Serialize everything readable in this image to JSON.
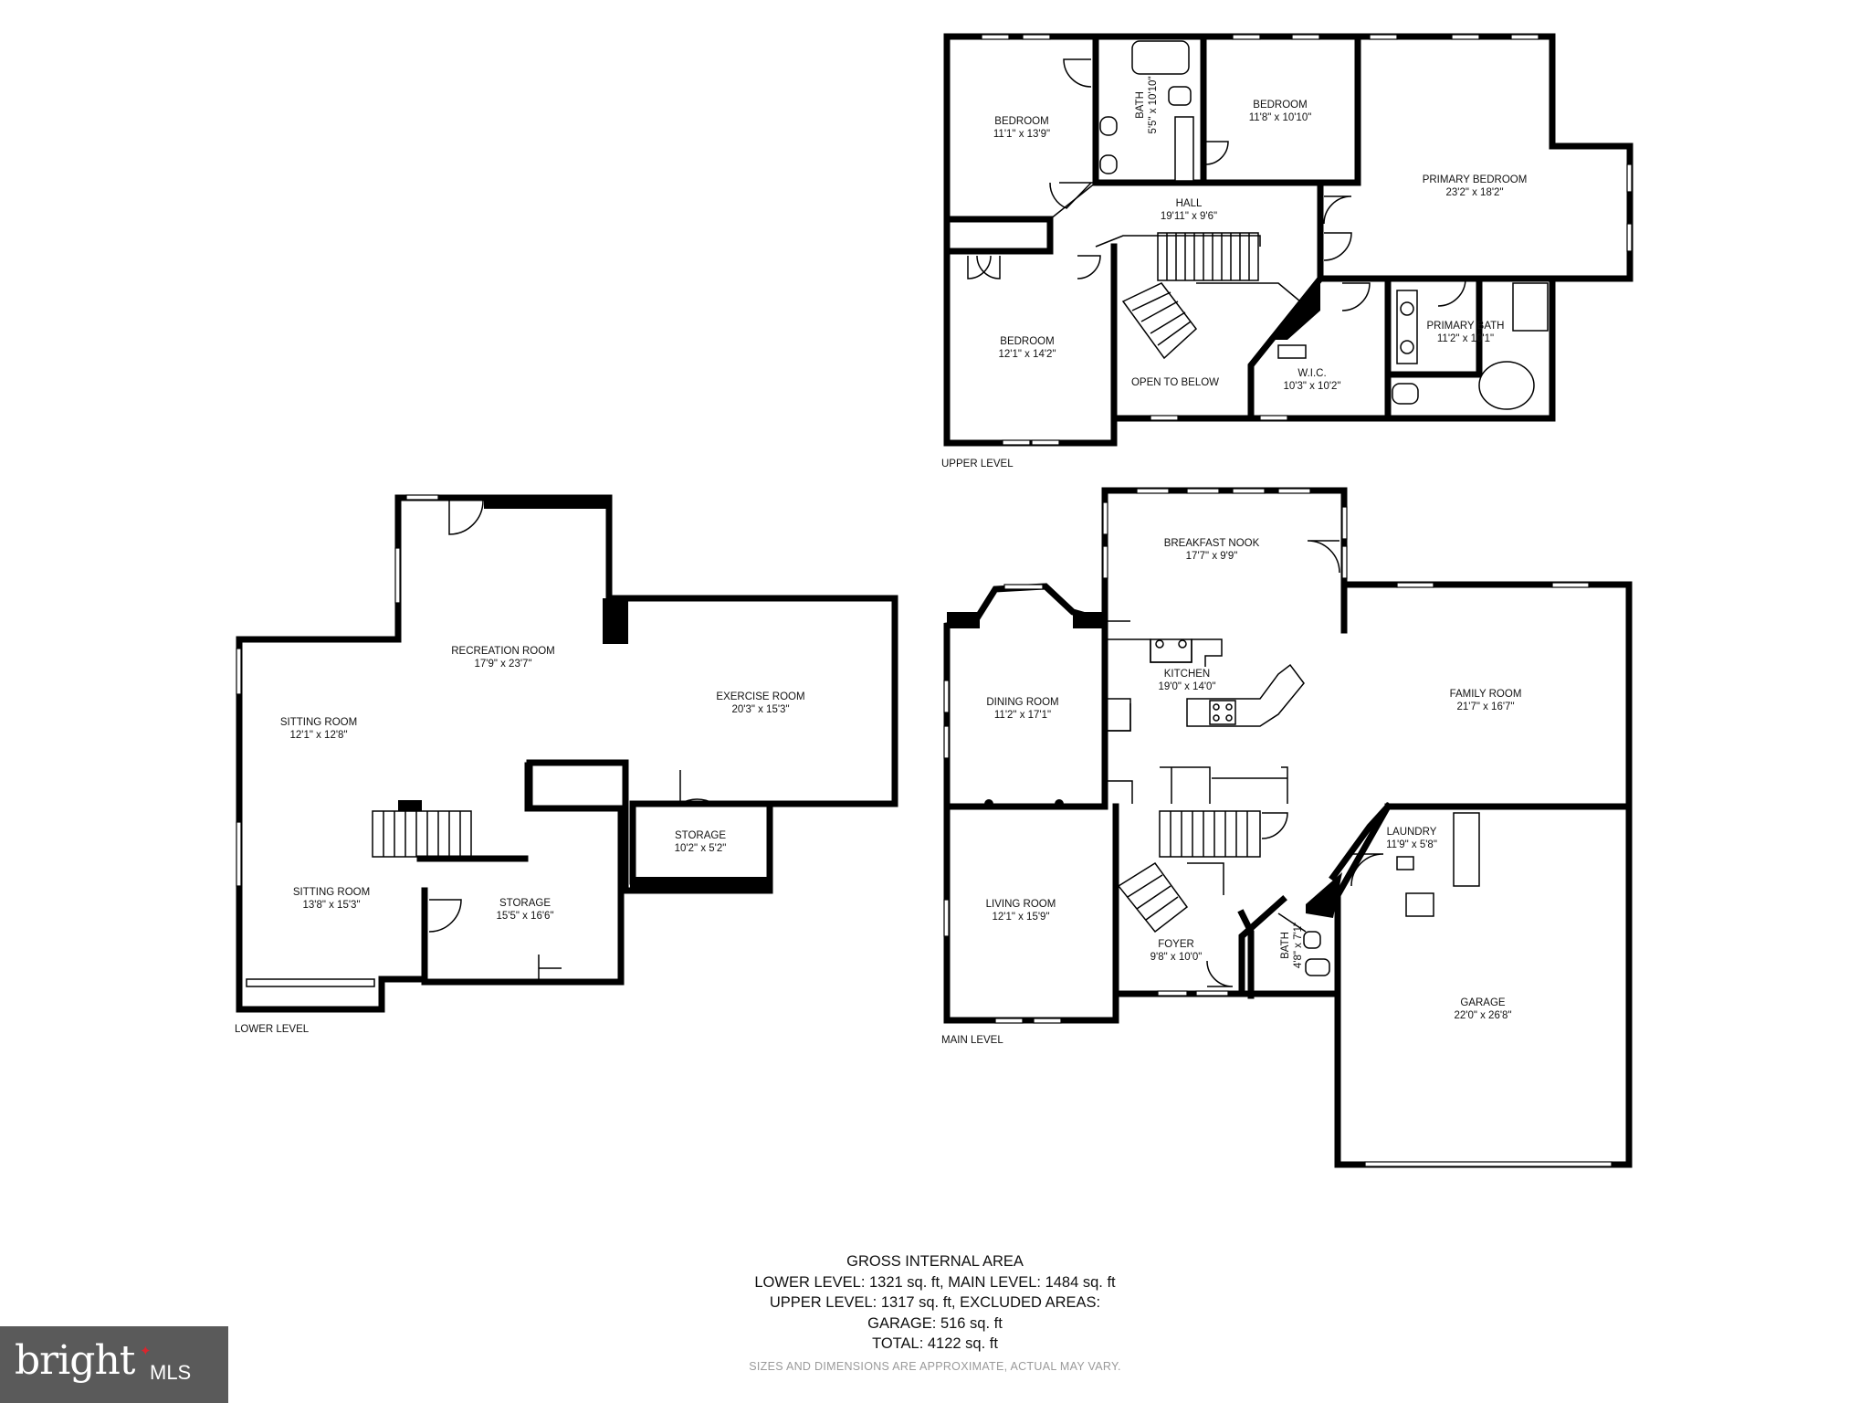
{
  "levels": {
    "upper": {
      "label": "UPPER LEVEL",
      "rooms": [
        {
          "name": "BEDROOM",
          "size": "11'1\" x 13'9\""
        },
        {
          "name": "BATH",
          "size": "5'5\" x 10'10\""
        },
        {
          "name": "BEDROOM",
          "size": "11'8\" x 10'10\""
        },
        {
          "name": "PRIMARY BEDROOM",
          "size": "23'2\" x 18'2\""
        },
        {
          "name": "HALL",
          "size": "19'11\" x 9'6\""
        },
        {
          "name": "BEDROOM",
          "size": "12'1\" x 14'2\""
        },
        {
          "name": "OPEN TO BELOW",
          "size": ""
        },
        {
          "name": "W.I.C.",
          "size": "10'3\" x 10'2\""
        },
        {
          "name": "PRIMARY BATH",
          "size": "11'2\" x 10'1\""
        }
      ]
    },
    "lower": {
      "label": "LOWER LEVEL",
      "rooms": [
        {
          "name": "RECREATION ROOM",
          "size": "17'9\" x 23'7\""
        },
        {
          "name": "SITTING ROOM",
          "size": "12'1\" x 12'8\""
        },
        {
          "name": "EXERCISE ROOM",
          "size": "20'3\" x 15'3\""
        },
        {
          "name": "STORAGE",
          "size": "10'2\" x 5'2\""
        },
        {
          "name": "SITTING ROOM",
          "size": "13'8\" x 15'3\""
        },
        {
          "name": "STORAGE",
          "size": "15'5\" x 16'6\""
        }
      ]
    },
    "main": {
      "label": "MAIN LEVEL",
      "rooms": [
        {
          "name": "BREAKFAST NOOK",
          "size": "17'7\" x 9'9\""
        },
        {
          "name": "DINING ROOM",
          "size": "11'2\" x 17'1\""
        },
        {
          "name": "KITCHEN",
          "size": "19'0\" x 14'0\""
        },
        {
          "name": "FAMILY ROOM",
          "size": "21'7\" x 16'7\""
        },
        {
          "name": "LAUNDRY",
          "size": "11'9\" x 5'8\""
        },
        {
          "name": "LIVING ROOM",
          "size": "12'1\" x 15'9\""
        },
        {
          "name": "FOYER",
          "size": "9'8\" x 10'0\""
        },
        {
          "name": "BATH",
          "size": "4'8\" x 7'1\""
        },
        {
          "name": "GARAGE",
          "size": "22'0\" x 26'8\""
        }
      ]
    }
  },
  "area_summary": {
    "title": "GROSS INTERNAL AREA",
    "line1": "LOWER LEVEL: 1321 sq. ft, MAIN LEVEL: 1484 sq. ft",
    "line2": "UPPER LEVEL: 1317 sq. ft, EXCLUDED AREAS:",
    "line3": "GARAGE: 516 sq. ft",
    "line4": "TOTAL: 4122 sq. ft",
    "disclaimer": "SIZES AND DIMENSIONS ARE APPROXIMATE, ACTUAL MAY VARY."
  },
  "watermark": {
    "brand": "bright",
    "suffix": "MLS",
    "colors": {
      "background": "#5a5a5a",
      "star": "#d9262e"
    }
  }
}
